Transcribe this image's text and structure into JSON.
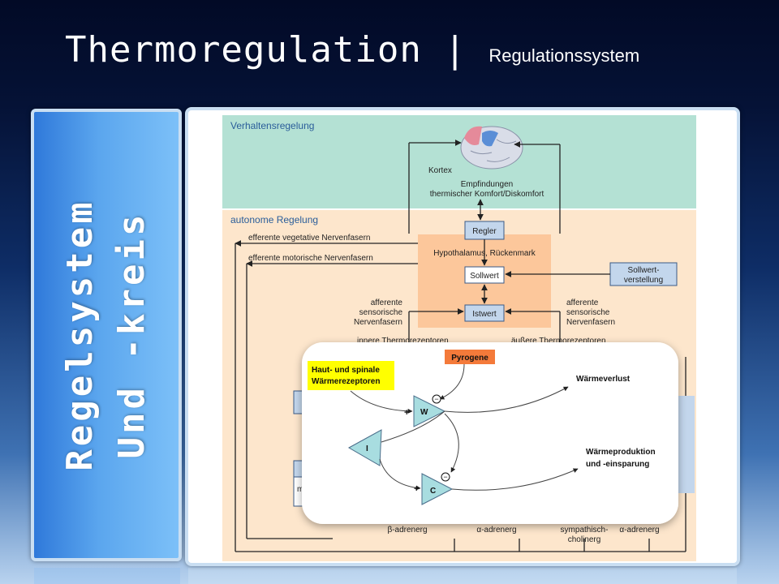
{
  "slide": {
    "title": "Thermoregulation |",
    "subtitle": "Regulationssystem",
    "side_line1": "Regelsystem",
    "side_line2": "Und -kreis"
  },
  "diagram": {
    "verhaltensregelung": "Verhaltensregelung",
    "kortex": "Kortex",
    "empfindungen_1": "Empfindungen",
    "empfindungen_2": "thermischer Komfort/Diskomfort",
    "autonome_regelung": "autonome Regelung",
    "efferente_vegetative": "efferente vegetative Nervenfasern",
    "efferente_motorische": "efferente motorische Nervenfasern",
    "regler": "Regler",
    "hypothalamus": "Hypothalamus, Rückenmark",
    "sollwert": "Sollwert",
    "istwert": "Istwert",
    "sollwertverstellung_1": "Sollwert-",
    "sollwertverstellung_2": "verstellung",
    "afferent_left_1": "afferente",
    "afferent_left_2": "sensorische",
    "afferent_left_3": "Nervenfasern",
    "afferent_right_1": "afferente",
    "afferent_right_2": "sensorische",
    "afferent_right_3": "Nervenfasern",
    "innere": "innere Thermorezeptoren",
    "aeussere": "äußere Thermorezeptoren",
    "box_m": "m",
    "beta": "β-adrenerg",
    "alpha1": "α-adrenerg",
    "sympath_1": "sympathisch-",
    "sympath_2": "cholinerg",
    "alpha2": "α-adrenerg"
  },
  "overlay": {
    "receptors_1": "Haut- und spinale",
    "receptors_2": "Wärmerezeptoren",
    "pyrogene": "Pyrogene",
    "w": "W",
    "c": "C",
    "i": "I",
    "plus_w": "+",
    "plus_c": "+",
    "minus_w": "−",
    "minus_c": "−",
    "waermeverlust": "Wärmeverlust",
    "waermeproduktion_1": "Wärmeproduktion",
    "waermeproduktion_2": "und -einsparung"
  },
  "colors": {
    "behavior_band": "#b4e1d4",
    "autonomic_band": "#fde6cc",
    "hypothalamus_box": "#fcc79b",
    "control_box": "#c3d6ec",
    "receptor_highlight": "#ffff00",
    "pyrogene_highlight": "#f47a3a",
    "triangle_fill": "#a8dde0"
  }
}
